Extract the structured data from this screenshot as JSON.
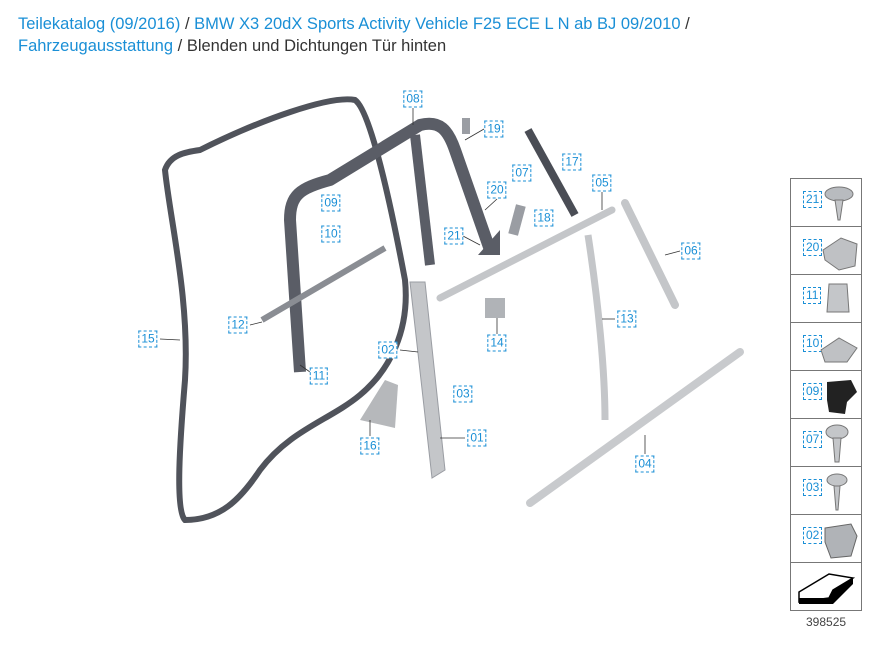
{
  "breadcrumb": {
    "items": [
      "Teilekatalog (09/2016)",
      "BMW X3 20dX Sports Activity Vehicle F25 ECE L N ab BJ 09/2010",
      "Fahrzeugausstattung"
    ],
    "separator": "/",
    "current": "Blenden und Dichtungen Tür hinten"
  },
  "diagram": {
    "labels": [
      "08",
      "19",
      "17",
      "07",
      "05",
      "20",
      "09",
      "18",
      "10",
      "21",
      "06",
      "12",
      "13",
      "14",
      "15",
      "02",
      "11",
      "03",
      "16",
      "01",
      "04"
    ]
  },
  "legend": {
    "items": [
      "21",
      "20",
      "11",
      "10",
      "09",
      "07",
      "03",
      "02"
    ],
    "figure_number": "398525"
  },
  "colors": {
    "link": "#1a8fd6",
    "part_dark": "#5a5d66",
    "part_light": "#c4c6c9"
  }
}
